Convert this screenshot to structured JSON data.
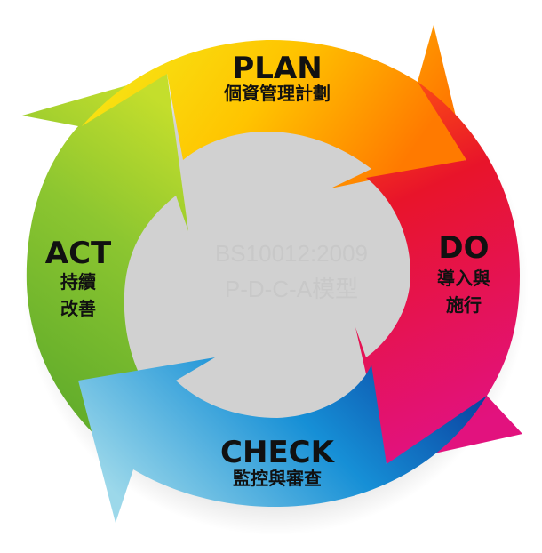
{
  "center": {
    "line1": "BS10012:2009",
    "line2": "P-D-C-A模型"
  },
  "stages": {
    "plan": {
      "title": "PLAN",
      "subtitle": "個資管理計劃"
    },
    "do": {
      "title": "DO",
      "subtitle_1": "導入與",
      "subtitle_2": "施行"
    },
    "check": {
      "title": "CHECK",
      "subtitle": "監控與審查"
    },
    "act": {
      "title": "ACT",
      "subtitle_1": "持續",
      "subtitle_2": "改善"
    }
  },
  "colors": {
    "plan": [
      "#f7f000",
      "#ffbf00",
      "#ff7b00"
    ],
    "do": [
      "#ff6a00",
      "#e8142a",
      "#e0147c"
    ],
    "check": [
      "#8fd2e8",
      "#1aa3de",
      "#0a4ea8"
    ],
    "act": [
      "#6bb52a",
      "#9acb2e",
      "#c8e02a"
    ]
  }
}
